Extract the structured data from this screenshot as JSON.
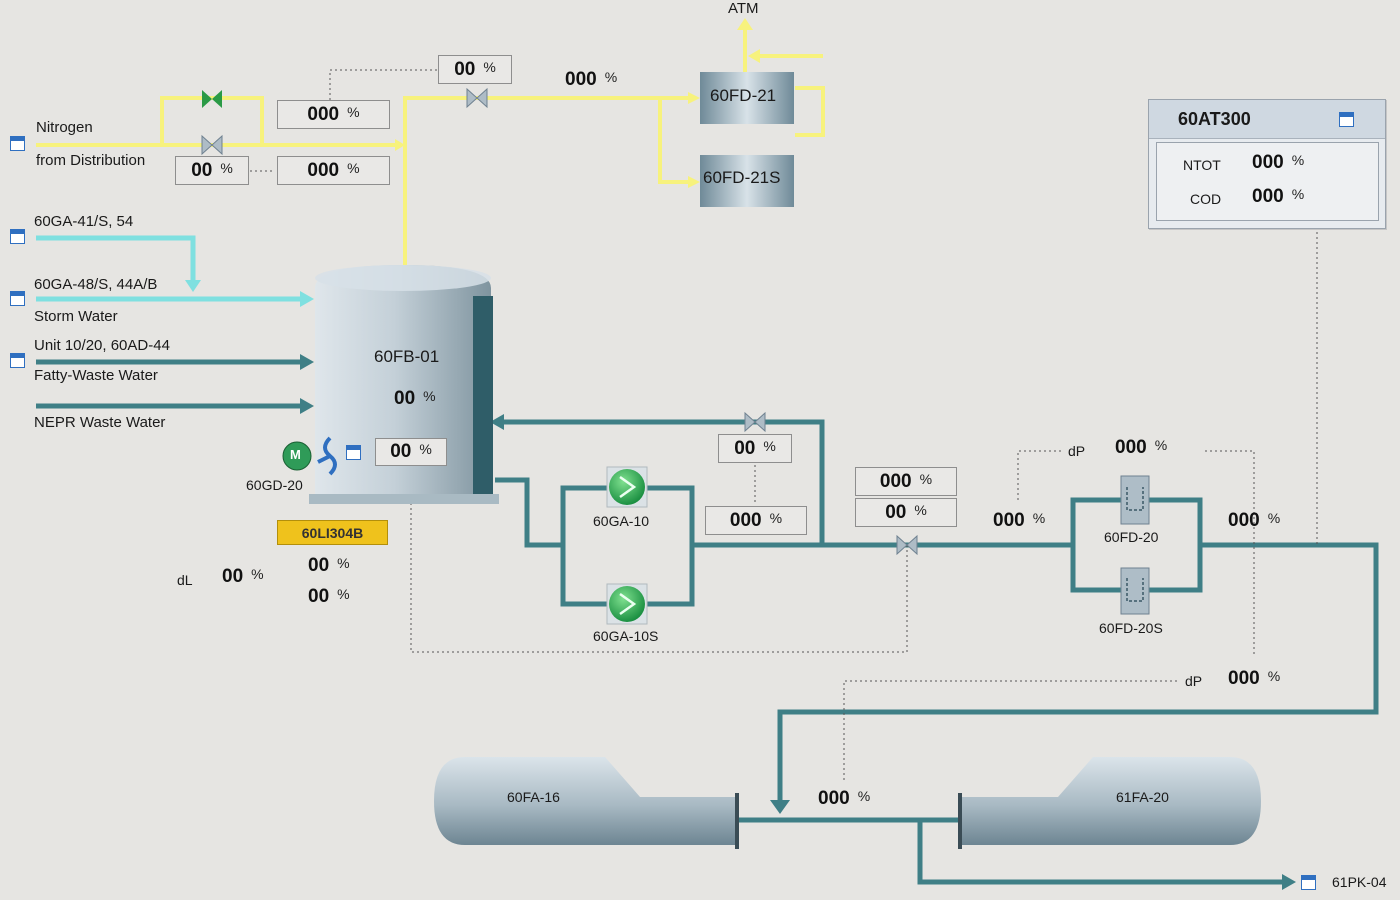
{
  "sources": {
    "nitrogen_line1": "Nitrogen",
    "nitrogen_line2": "from Distribution",
    "ga41": "60GA-41/S, 54",
    "ga48": "60GA-48/S, 44A/B",
    "storm": "Storm Water",
    "unit10": "Unit 10/20, 60AD-44",
    "fatty": "Fatty-Waste Water",
    "nepr": "NEPR Waste Water",
    "atm": "ATM"
  },
  "nitrogen": {
    "valve_top_value": "000",
    "valve_bottom_value": "00",
    "valve_bottom_sp": "000",
    "header_valve_value": "00",
    "header_flow": "000",
    "unit": "%"
  },
  "filters_top": {
    "fd21": "60FD-21",
    "fd21s": "60FD-21S"
  },
  "tank": {
    "tag": "60FB-01",
    "level": "00",
    "level_box": "00",
    "mixer": "60GD-20",
    "motor_letter": "M",
    "level_tag": "60LI304B",
    "dl_label": "dL",
    "dl_value": "00",
    "lvl_1": "00",
    "lvl_2": "00",
    "unit": "%"
  },
  "pumps": {
    "ga10": "60GA-10",
    "ga10s": "60GA-10S",
    "recycle_valve_value": "00",
    "recycle_flow": "000",
    "main_box1": "000",
    "main_box2": "00",
    "unit": "%"
  },
  "filters": {
    "fd20": "60FD-20",
    "fd20s": "60FD-20S",
    "dp_label": "dP",
    "dp_value": "000",
    "in_value": "000",
    "out_value": "000",
    "dp2_label": "dP",
    "dp2_value": "000",
    "unit": "%"
  },
  "analyzer": {
    "tag": "60AT300",
    "ntot_label": "NTOT",
    "ntot_value": "000",
    "cod_label": "COD",
    "cod_value": "000",
    "unit": "%"
  },
  "storage": {
    "fa16": "60FA-16",
    "fa20": "61FA-20",
    "flow": "000",
    "unit": "%",
    "dest": "61PK-04"
  },
  "colors": {
    "nitrogen": "#f7f27d",
    "cyan": "#7fe0e0",
    "teal": "#3f7f86",
    "pump": "#1f9f4f",
    "tag_yellow": "#efc21c"
  }
}
